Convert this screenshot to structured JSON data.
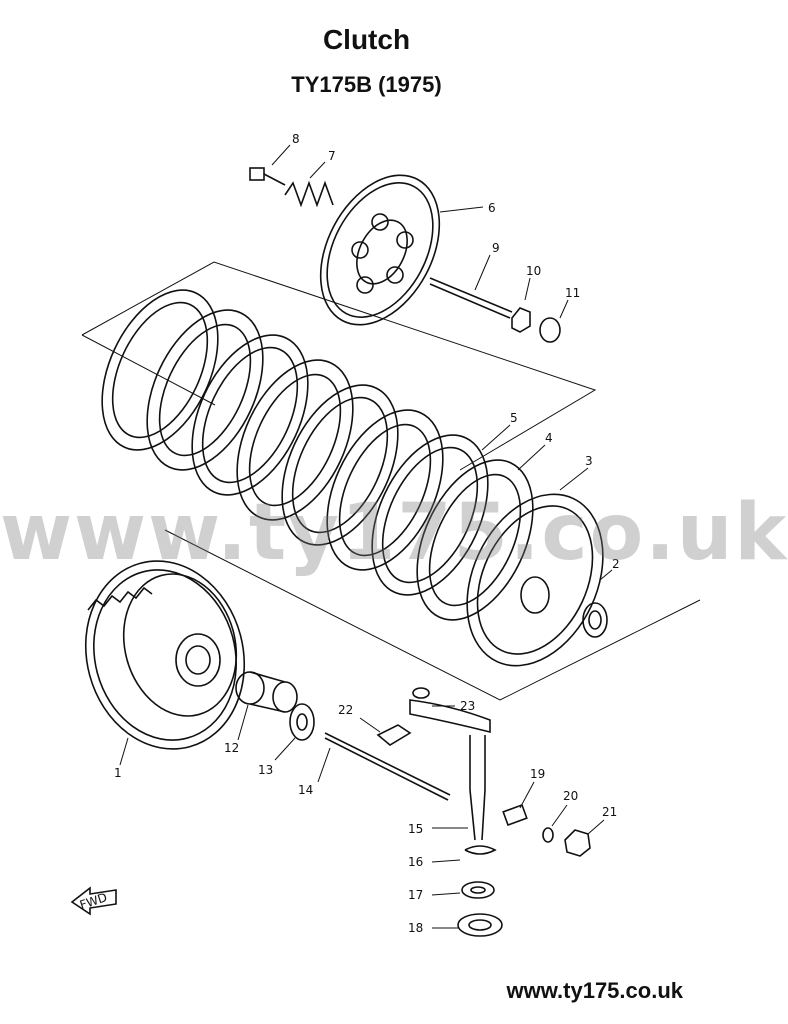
{
  "header": {
    "title": "Clutch",
    "subtitle": "TY175B (1975)"
  },
  "watermark": "www.ty175.co.uk",
  "footer": {
    "url": "www.ty175.co.uk"
  },
  "fwd_label": "FWD",
  "callouts": [
    "1",
    "2",
    "3",
    "4",
    "5",
    "6",
    "7",
    "8",
    "9",
    "10",
    "11",
    "12",
    "13",
    "14",
    "15",
    "16",
    "17",
    "18",
    "19",
    "20",
    "21",
    "22",
    "23"
  ],
  "colors": {
    "ink": "#111111",
    "watermark": "#8a8a8a"
  }
}
